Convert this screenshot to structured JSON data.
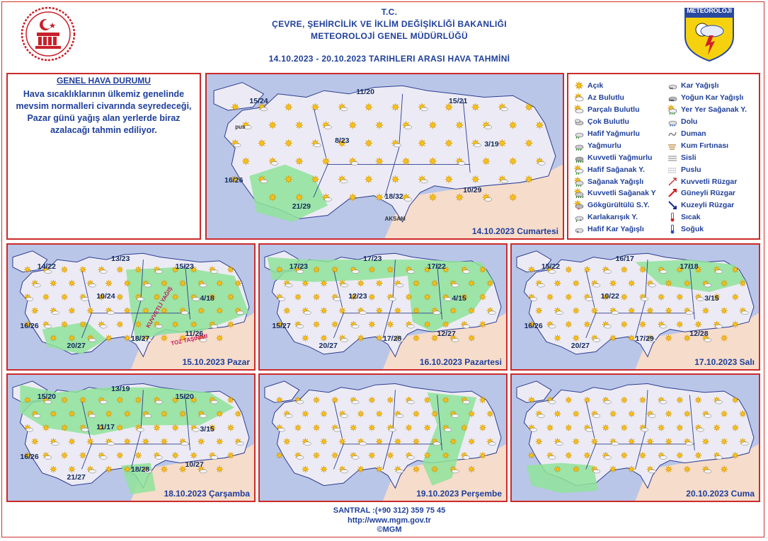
{
  "header": {
    "line1": "T.C.",
    "line2": "ÇEVRE, ŞEHİRCİLİK VE İKLİM DEĞİŞİKLİĞİ BAKANLIĞI",
    "line3": "METEOROLOJİ  GENEL  MÜDÜRLÜĞÜ",
    "line4": "14.10.2023  -  20.10.2023   TARIHLERI  ARASI  HAVA  TAHMİNİ",
    "logo_text": "METEOROLOJİ"
  },
  "genel": {
    "title": "GENEL HAVA DURUMU",
    "text": "Hava sıcaklıklarının ülkemiz genelinde mevsim normalleri civarında seyredeceği, Pazar günü yağış alan yerlerde biraz azalacağı tahmin ediliyor."
  },
  "legend": {
    "col1": [
      "Açık",
      "Az Bulutlu",
      "Parçalı Bulutlu",
      "Çok Bulutlu",
      "Hafif Yağmurlu",
      "Yağmurlu",
      "Kuvvetli Yağmurlu",
      "Hafif Sağanak Y.",
      "Sağanak Yağışlı",
      "Kuvvetli Sağanak Y",
      "Gökgürültülü S.Y.",
      "Karlakarışık Y.",
      "Hafif Kar Yağışlı"
    ],
    "col2": [
      "Kar Yağışlı",
      "Yoğun Kar Yağışlı",
      "Yer Yer Sağanak Y.",
      "Dolu",
      "Duman",
      "Kum Fırtınası",
      "Sisli",
      "Puslu",
      "Kuvvetli Rüzgar",
      "Güneyli Rüzgar",
      "Kuzeyli Rüzgar",
      "Sıcak",
      "Soğuk"
    ]
  },
  "maps": {
    "d1": {
      "label": "14.10.2023 Cumartesi",
      "temps": [
        "15/24",
        "11/20",
        "15/21",
        "8/23",
        "3/19",
        "16/26",
        "21/29",
        "18/32",
        "10/29"
      ],
      "annotations": [
        "pus",
        "AKSAM"
      ]
    },
    "d2": {
      "label": "15.10.2023 Pazar",
      "temps": [
        "14/22",
        "13/23",
        "15/23",
        "10/24",
        "4/18",
        "16/26",
        "20/27",
        "18/27",
        "11/26"
      ],
      "annotations": [
        "KUVVETLİ YAĞIŞ",
        "TOZ TAŞINIMI"
      ]
    },
    "d3": {
      "label": "16.10.2023 Pazartesi",
      "temps": [
        "17/23",
        "17/23",
        "17/22",
        "12/23",
        "4/15",
        "15/27",
        "20/27",
        "17/28",
        "12/27"
      ]
    },
    "d4": {
      "label": "17.10.2023 Salı",
      "temps": [
        "15/22",
        "16/17",
        "17/18",
        "10/22",
        "3/15",
        "16/26",
        "20/27",
        "17/29",
        "12/28"
      ]
    },
    "d5": {
      "label": "18.10.2023 Çarşamba",
      "temps": [
        "15/20",
        "13/19",
        "15/20",
        "11/17",
        "3/15",
        "16/26",
        "21/27",
        "18/28",
        "10/27"
      ]
    },
    "d6": {
      "label": "19.10.2023 Perşembe",
      "temps": []
    },
    "d7": {
      "label": "20.10.2023 Cuma",
      "temps": []
    }
  },
  "footer": {
    "santral": "SANTRAL :(+90 312) 359 75 45",
    "url": "http://www.mgm.gov.tr",
    "copy": "©MGM"
  },
  "colors": {
    "accent": "#1f3f9a",
    "border": "#cc2a2a",
    "land": "#ecebf5",
    "sea": "#b9c6e8",
    "rain": "#8fe39a",
    "outside": "#f6dccb"
  }
}
